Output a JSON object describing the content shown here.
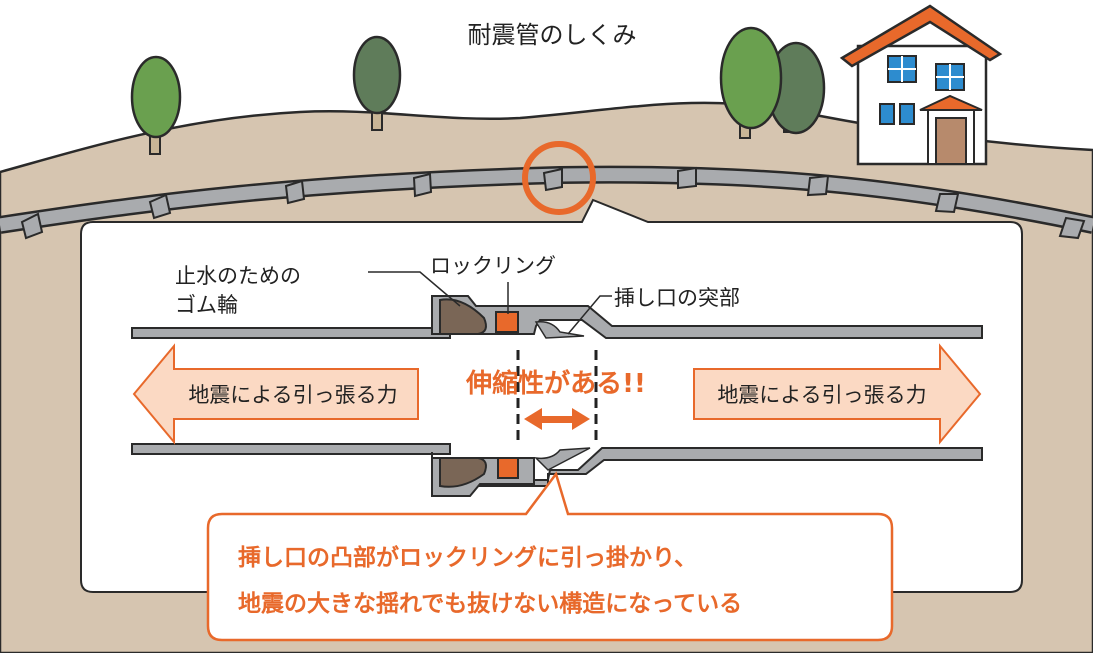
{
  "title": "耐震管のしくみ",
  "labels": {
    "rubber_ring_line1": "止水のための",
    "rubber_ring_line2": "ゴム輪",
    "locking_ring": "ロックリング",
    "spigot_protrusion": "挿し口の突部",
    "flexibility": "伸縮性がある!!",
    "force_left": "地震による引っ張る力",
    "force_right": "地震による引っ張る力"
  },
  "callout": {
    "line1": "挿し口の凸部がロックリングに引っ掛かり、",
    "line2": "地震の大きな揺れでも抜けない構造になっている"
  },
  "colors": {
    "ground": "#d6c5b0",
    "pipe": "#a9abae",
    "pipe_outline": "#3b3b3b",
    "accent_orange": "#e8692b",
    "arrow_fill": "#fbd9c3",
    "rubber": "#7a6656",
    "tree_light": "#6aa04f",
    "tree_dark": "#5f7c5a",
    "roof": "#e8692b",
    "window": "#2d8ccf"
  }
}
